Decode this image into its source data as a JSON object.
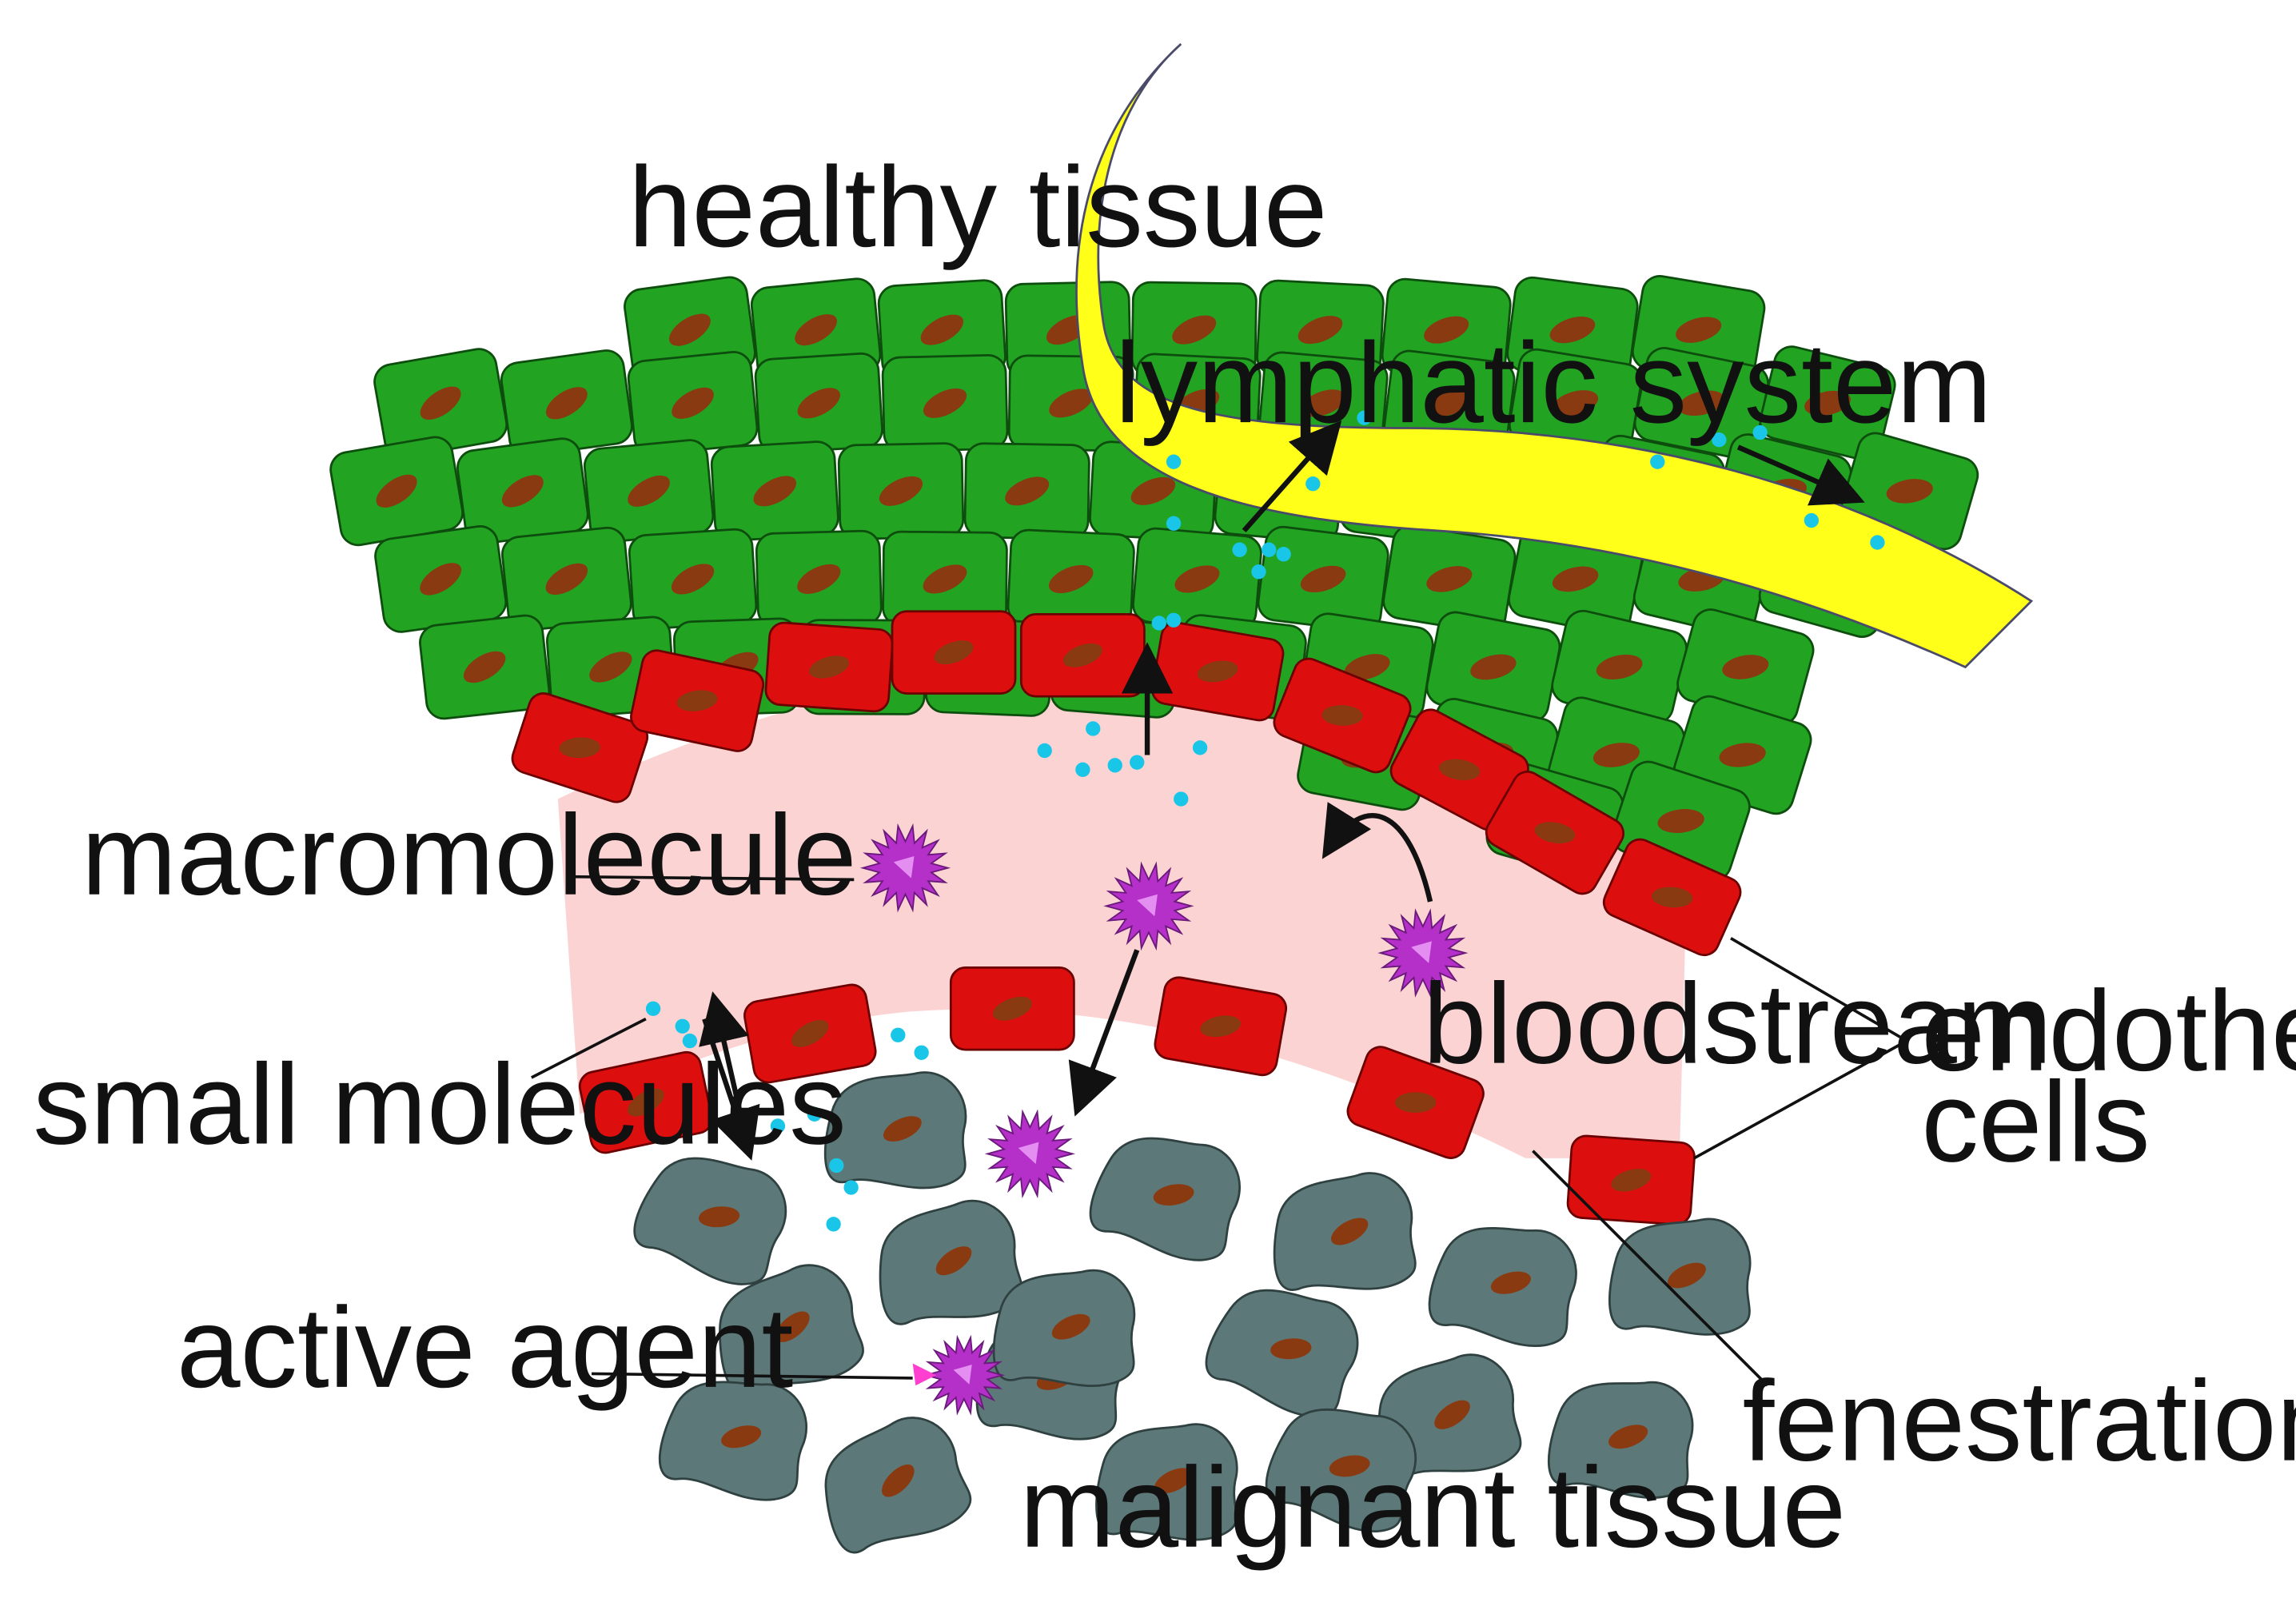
{
  "labels": {
    "healthy_tissue": "healthy tissue",
    "lymphatic_system": "lymphatic system",
    "macromolecule": "macromolecule",
    "small_molecules": "small molecules",
    "active_agent": "active agent",
    "bloodstream": "bloodstream",
    "endothelial_cells_line1": "endothelial",
    "endothelial_cells_line2": "cells",
    "fenestration": "fenestration",
    "malignant_tissue": "malignant tissue"
  },
  "colors": {
    "healthy_cell": "#22a322",
    "healthy_cell_stroke": "#0d4d0d",
    "nucleus": "#8a3a10",
    "endothelial_cell": "#dd0e0e",
    "endothelial_stroke": "#6b0000",
    "bloodstream": "#fbd3d3",
    "lymphatic": "#ffff1a",
    "lymphatic_stroke": "#4a4a6a",
    "malignant_cell": "#5d7878",
    "malignant_stroke": "#2f4040",
    "macromolecule": "#b52fc9",
    "small_molecule": "#1ac6e8",
    "active_agent": "#ff3fd0"
  }
}
